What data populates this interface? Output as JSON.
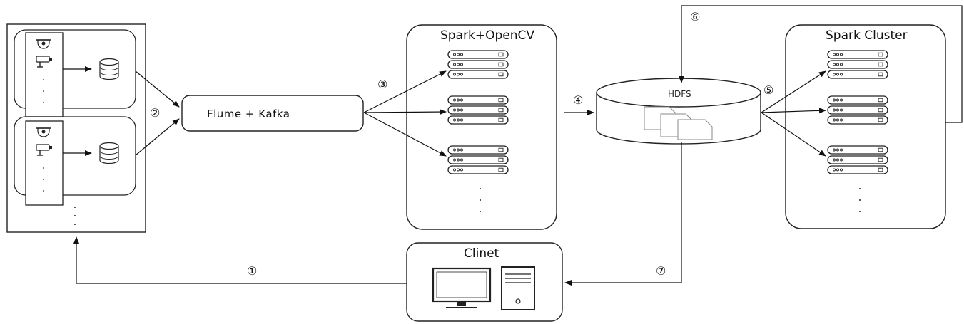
{
  "labels": {
    "flume_kafka": "Flume + Kafka",
    "spark_opencv": "Spark+OpenCV",
    "hdfs": "HDFS",
    "spark_cluster": "Spark Cluster",
    "client": "Clinet"
  },
  "steps": [
    "①",
    "②",
    "③",
    "④",
    "⑤",
    "⑥",
    "⑦"
  ]
}
